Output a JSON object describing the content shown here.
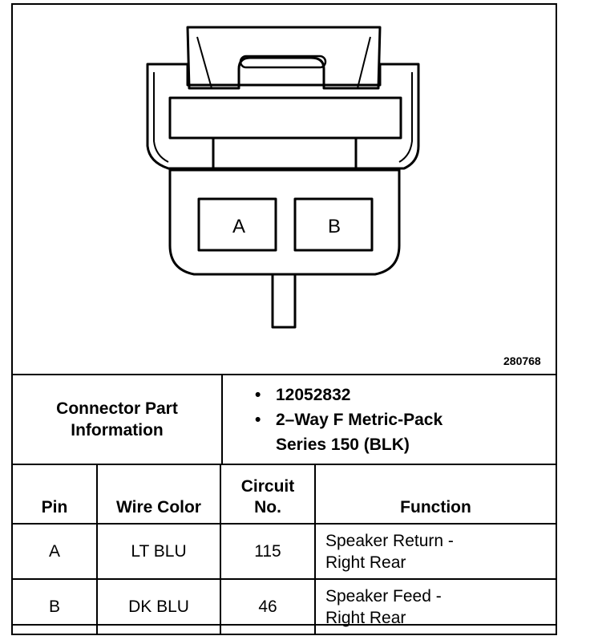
{
  "figure_id": "280768",
  "connector": {
    "pin_labels": [
      "A",
      "B"
    ],
    "part_info_label_line1": "Connector Part",
    "part_info_label_line2": "Information",
    "part_number": "12052832",
    "description_line1": "2–Way F Metric-Pack",
    "description_line2": "Series 150 (BLK)"
  },
  "table": {
    "headers": {
      "pin": "Pin",
      "wire_color": "Wire Color",
      "circuit_line1": "Circuit",
      "circuit_line2": "No.",
      "function": "Function"
    },
    "rows": [
      {
        "pin": "A",
        "wire_color": "LT BLU",
        "circuit": "115",
        "function_line1": "Speaker Return -",
        "function_line2": "Right Rear"
      },
      {
        "pin": "B",
        "wire_color": "DK BLU",
        "circuit": "46",
        "function_line1": "Speaker Feed -",
        "function_line2": "Right Rear"
      }
    ]
  }
}
